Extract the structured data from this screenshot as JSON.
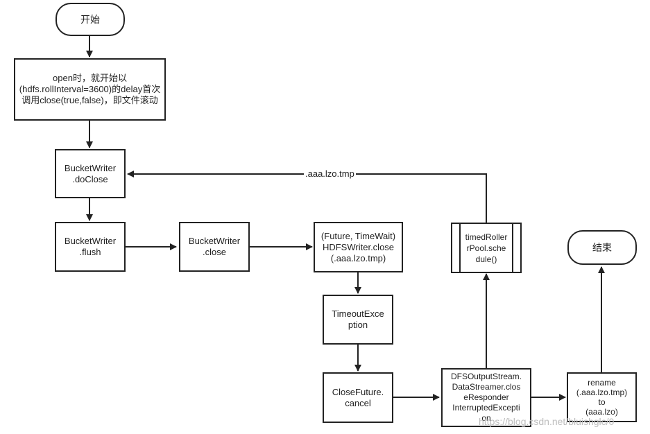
{
  "nodes": {
    "start": "开始",
    "open_note": "open时，就开始以\n(hdfs.rollInterval=3600)的delay首次\n调用close(true,false)，即文件滚动",
    "do_close": "BucketWriter\n.doClose",
    "flush": "BucketWriter\n.flush",
    "close": "BucketWriter\n.close",
    "hdfs_close": "(Future, TimeWait)\nHDFSWriter.close\n(.aaa.lzo.tmp)",
    "timeout": "TimeoutExce\nption",
    "cancel": "CloseFuture.\ncancel",
    "dfs": "DFSOutputStream.\nDataStreamer.clos\neResponder\nInterruptedExcepti\non",
    "timed": "timedRoller\nrPool.sche\ndule()",
    "rename": "rename\n(.aaa.lzo.tmp)\nto\n(aaa.lzo)",
    "end": "结束"
  },
  "edge_labels": {
    "timed_to_doclose": ".aaa.lzo.tmp"
  },
  "watermark": "https://blog.csdn.net/bluishglc/0",
  "colors": {
    "stroke": "#222222",
    "background": "#ffffff"
  }
}
